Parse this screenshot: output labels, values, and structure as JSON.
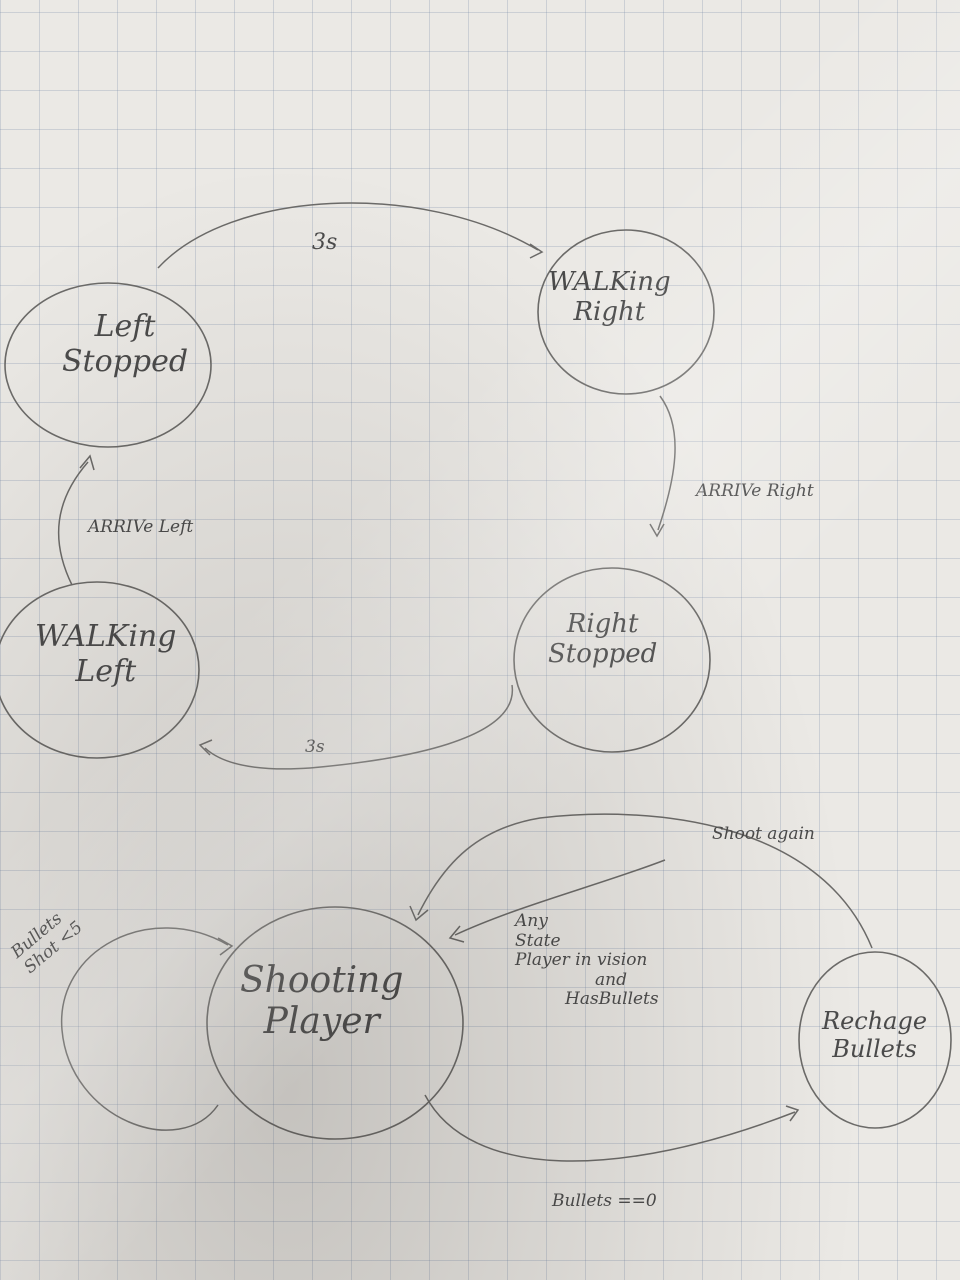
{
  "states": {
    "left_stopped": [
      "Left",
      "Stopped"
    ],
    "walking_right": [
      "WALKing",
      "Right"
    ],
    "right_stopped": [
      "Right",
      "Stopped"
    ],
    "walking_left": [
      "WALKing",
      "Left"
    ],
    "shooting_player": [
      "Shooting",
      "Player"
    ],
    "recharge_bullets": [
      "Rechage",
      "Bullets"
    ]
  },
  "transitions": {
    "left_to_walking_right": "3s",
    "walking_right_to_right_stopped": "ARRIVe Right",
    "right_stopped_to_walking_left": "3s",
    "walking_left_to_left_stopped": "ARRIVe Left",
    "shooting_self_loop": [
      "Bullets",
      "Shot <5"
    ],
    "any_state_to_shooting": [
      "Any",
      "State",
      "Player in vision",
      "and",
      "HasBullets"
    ],
    "recharge_to_shooting": "Shoot again",
    "shooting_to_recharge": "Bullets ==0"
  }
}
